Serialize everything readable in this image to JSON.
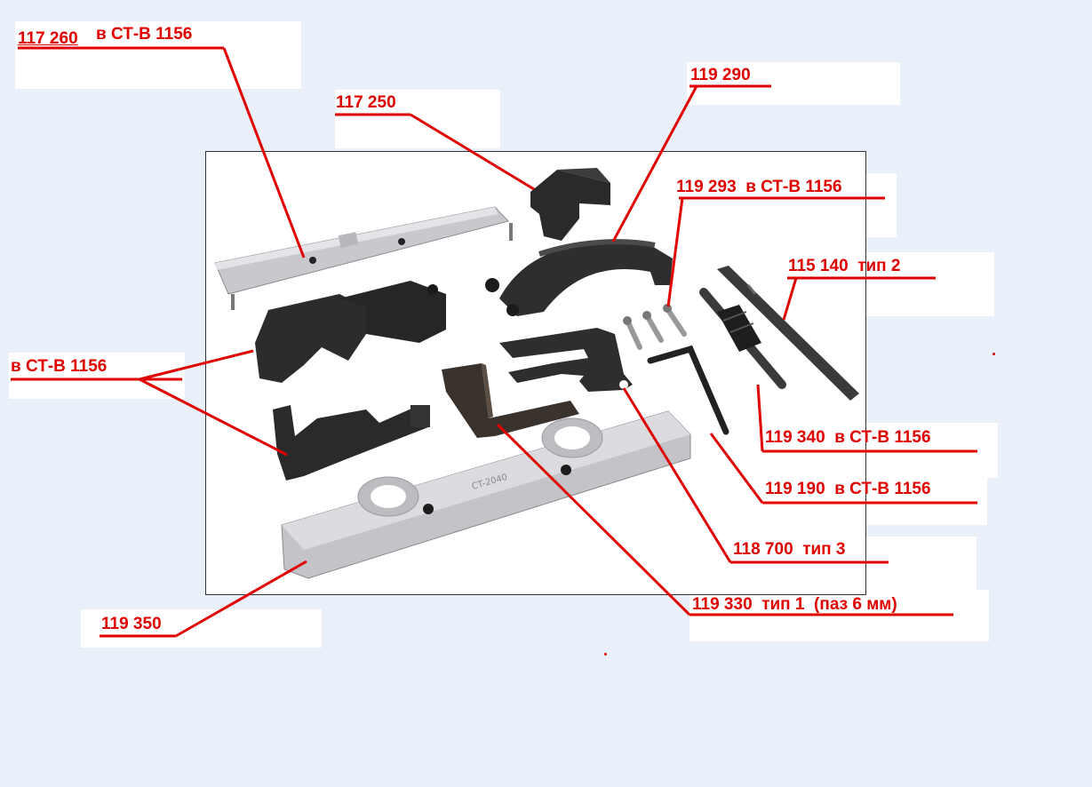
{
  "labels": {
    "l117260_num": "117 260",
    "l117260_rest": "в СТ-В 1156",
    "l117250": "117 250",
    "l119290": "119 290",
    "l119293": "119 293  в СТ-В 1156",
    "l115140": "115 140  тип 2",
    "lct": "в СТ-В 1156",
    "l119340": "119 340  в СТ-В 1156",
    "l119190": "119 190  в СТ-В 1156",
    "l118700": "118 700  тип 3",
    "l119330": "119 330  тип 1  (паз 6 мм)",
    "l119350": "119 350"
  },
  "photo": {
    "plate_text": "CT-2040"
  },
  "colors": {
    "label": "#e00000",
    "background": "#eaf0fa",
    "silver": "#c8c8cc",
    "black_steel": "#2a2a2a"
  }
}
